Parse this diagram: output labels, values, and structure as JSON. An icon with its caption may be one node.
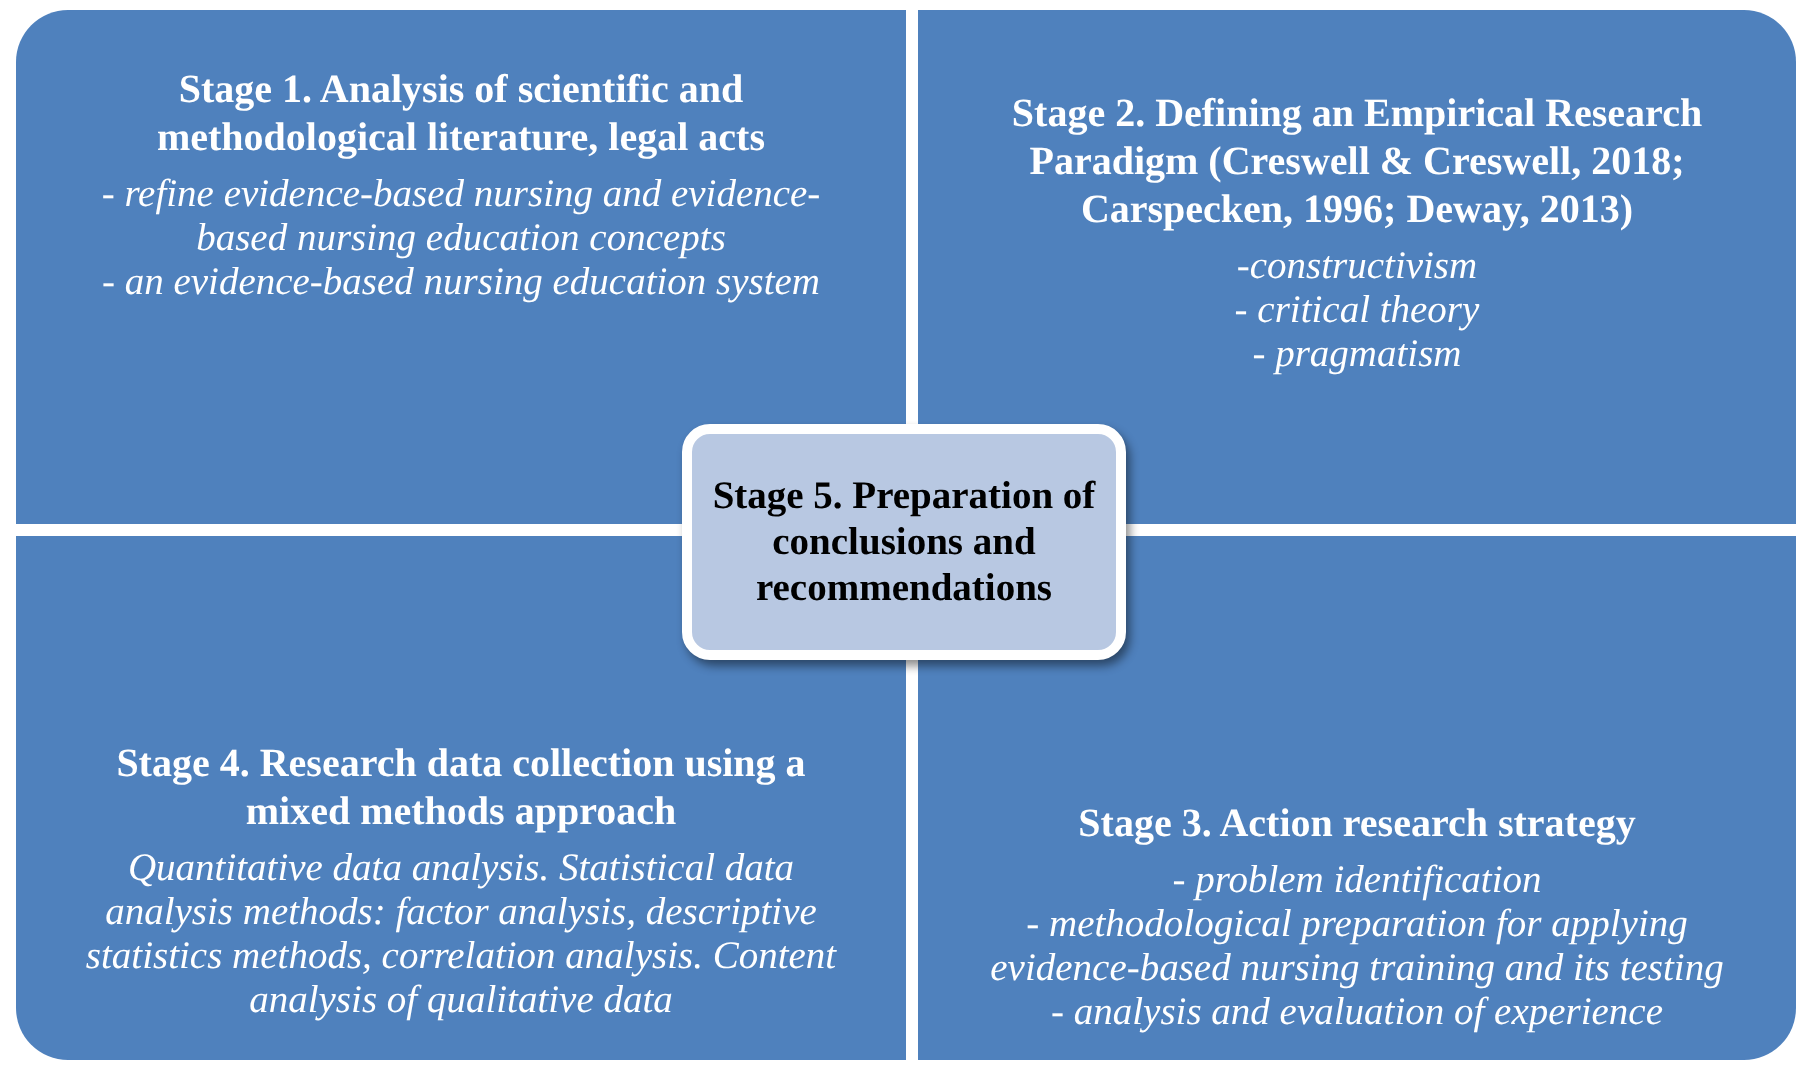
{
  "diagram": {
    "nodes": [
      {
        "text": [
          "Stage 1. Analysis of scientific and methodological literature, legal acts",
          "- refine evidence-based nursing and evidence-based nursing education concepts",
          "- an evidence-based nursing education system"
        ]
      },
      {
        "text": [
          "Stage 2. Defining an Empirical Research Paradigm (Creswell & Creswell, 2018; Carspecken, 1996; Deway, 2013)",
          "-constructivism",
          "- critical theory",
          "- pragmatism"
        ]
      },
      {
        "text": [
          "Stage 5. Preparation of conclusions and recommendations"
        ]
      },
      {
        "text": [
          "Stage 4. Research data collection using a mixed methods approach",
          "Quantitative data analysis. Statistical data analysis methods: factor analysis, descriptive statistics methods, correlation analysis. Content analysis of qualitative data"
        ]
      },
      {
        "text": [
          "Stage 3. Action research strategy",
          "- problem identification",
          "- methodological preparation for applying evidence-based nursing training and its testing",
          "- analysis and evaluation of experience"
        ]
      }
    ]
  }
}
